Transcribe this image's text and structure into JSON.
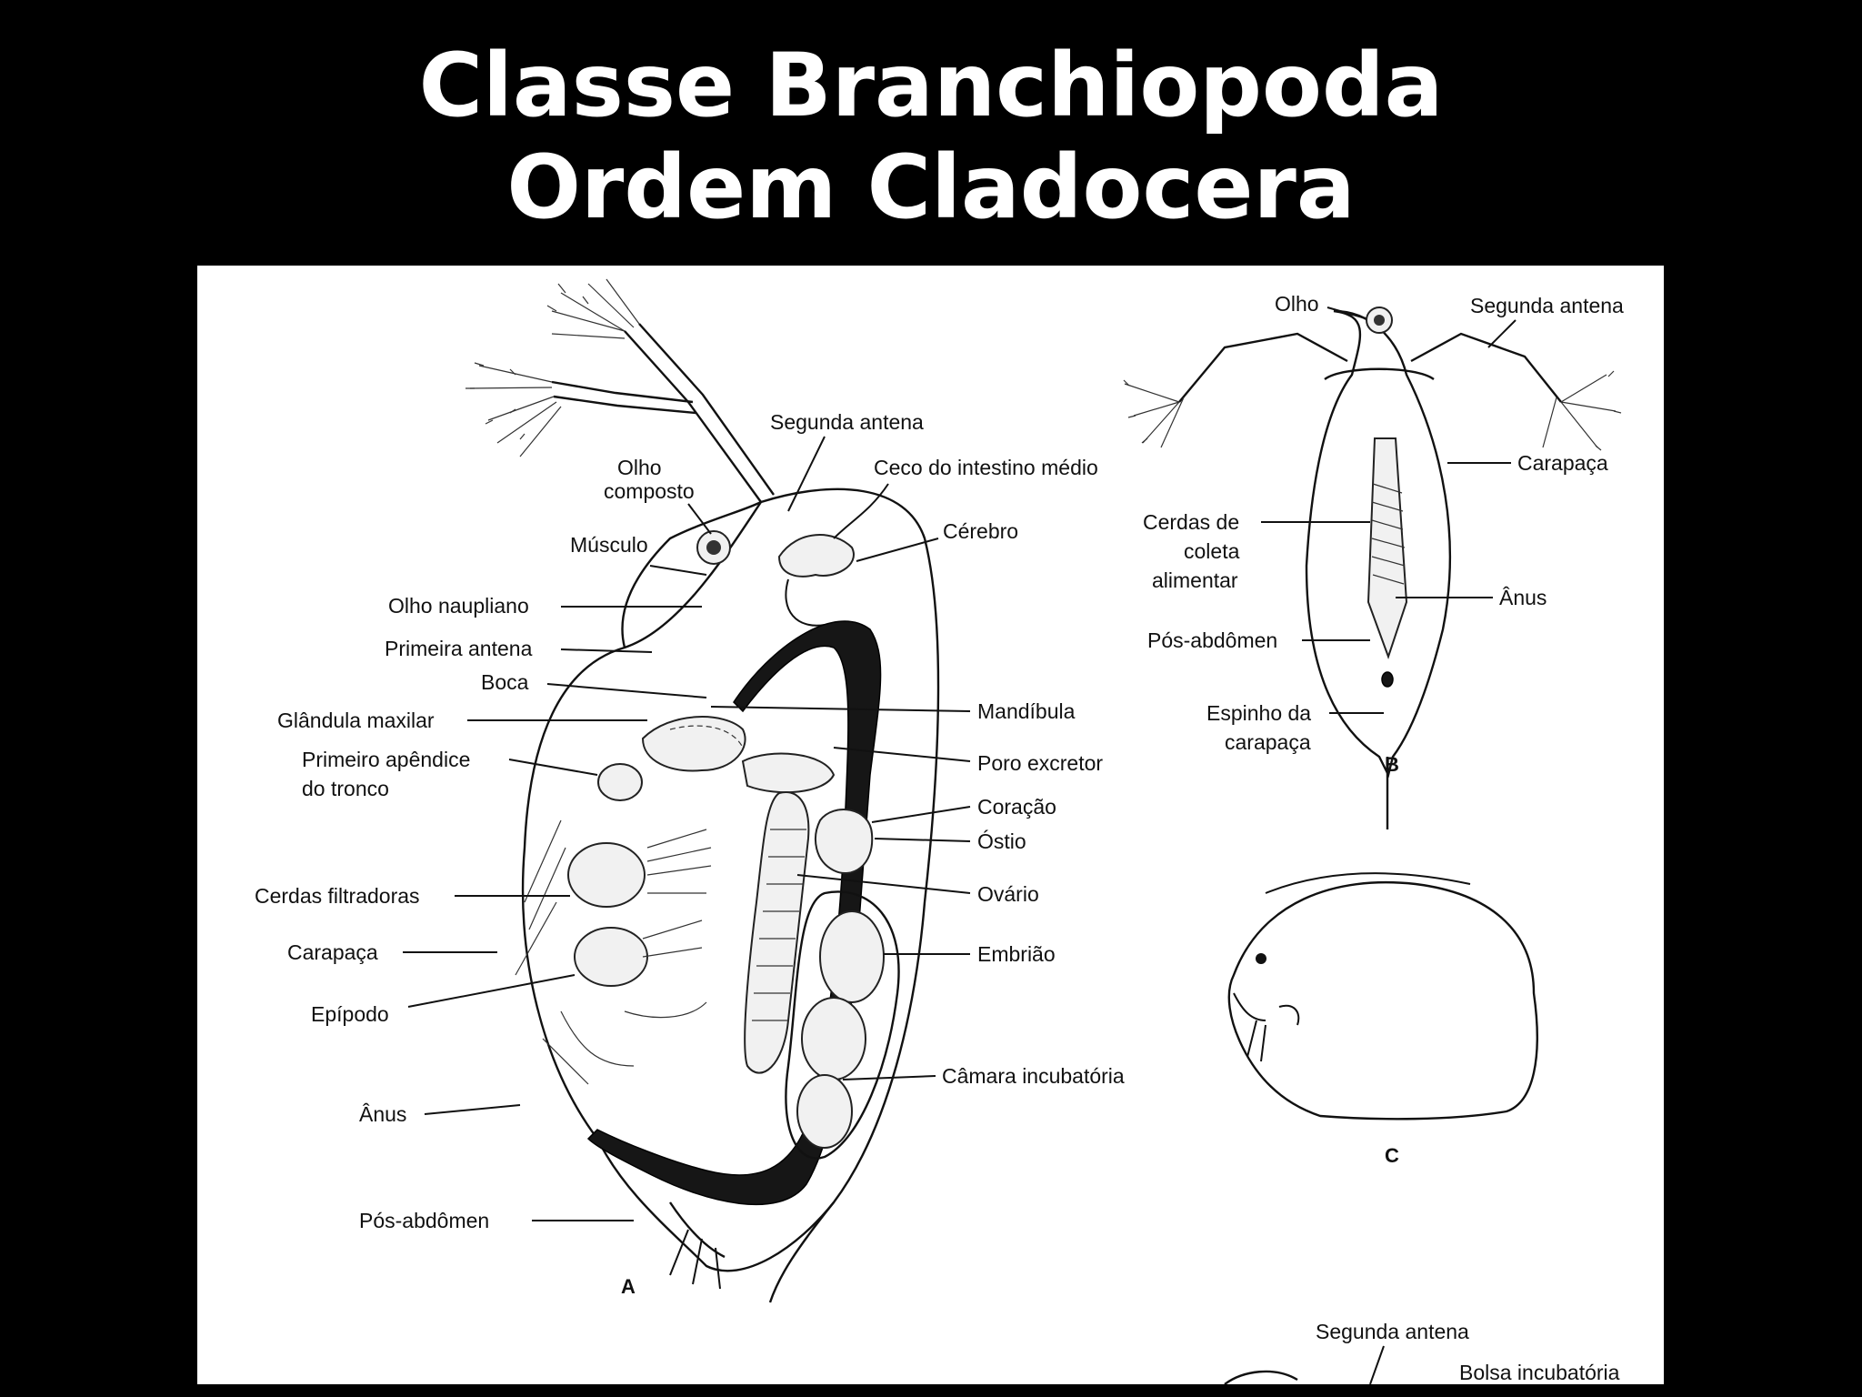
{
  "title": {
    "line1": "Classe Branchiopoda",
    "line2": "Ordem Cladocera"
  },
  "figure": {
    "panel_a": {
      "letter": "A",
      "labels": {
        "segunda_antena": "Segunda antena",
        "olho_composto_1": "Olho",
        "olho_composto_2": "composto",
        "ceco": "Ceco do intestino médio",
        "musculo": "Músculo",
        "cerebro": "Cérebro",
        "olho_naupliano": "Olho naupliano",
        "primeira_antena": "Primeira antena",
        "boca": "Boca",
        "glandula_maxilar": "Glândula maxilar",
        "mandibula": "Mandíbula",
        "primeiro_apendice_1": "Primeiro apêndice",
        "primeiro_apendice_2": "do tronco",
        "poro_excretor": "Poro excretor",
        "coracao": "Coração",
        "ostio": "Óstio",
        "cerdas_filtradoras": "Cerdas filtradoras",
        "ovario": "Ovário",
        "carapaca": "Carapaça",
        "embriao": "Embrião",
        "epipodo": "Epípodo",
        "camara_incubatoria": "Câmara incubatória",
        "anus": "Ânus",
        "pos_abdomen": "Pós-abdômen"
      }
    },
    "panel_b": {
      "letter": "B",
      "labels": {
        "olho": "Olho",
        "segunda_antena": "Segunda antena",
        "carapaca": "Carapaça",
        "cerdas_1": "Cerdas de",
        "cerdas_2": "coleta",
        "cerdas_3": "alimentar",
        "anus": "Ânus",
        "pos_abdomen": "Pós-abdômen",
        "espinho_1": "Espinho da",
        "espinho_2": "carapaça"
      }
    },
    "panel_c": {
      "letter": "C"
    },
    "panel_d": {
      "labels": {
        "segunda_antena": "Segunda antena",
        "bolsa": "Bolsa incubatória"
      }
    }
  }
}
